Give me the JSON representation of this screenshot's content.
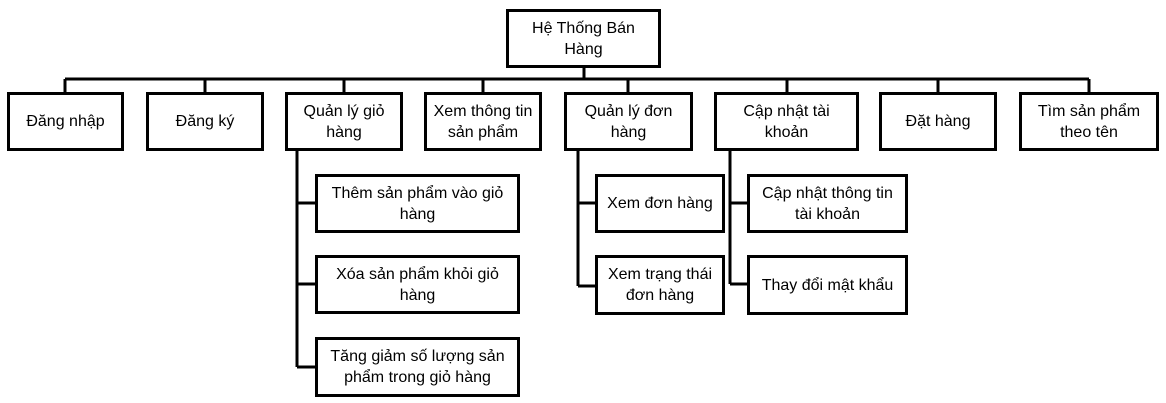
{
  "root": {
    "label": "Hệ Thống Bán Hàng"
  },
  "functions": [
    {
      "label": "Đăng nhập",
      "children": []
    },
    {
      "label": "Đăng ký",
      "children": []
    },
    {
      "label": "Quản lý giỏ hàng",
      "children": [
        {
          "label": "Thêm sản phẩm vào giỏ hàng"
        },
        {
          "label": "Xóa sản phẩm khỏi giỏ hàng"
        },
        {
          "label": "Tăng giảm số lượng sản phẩm trong giỏ hàng"
        }
      ]
    },
    {
      "label": "Xem thông tin sản phẩm",
      "children": []
    },
    {
      "label": "Quản lý đơn hàng",
      "children": [
        {
          "label": "Xem đơn hàng"
        },
        {
          "label": "Xem trạng thái đơn hàng"
        }
      ]
    },
    {
      "label": "Cập nhật tài khoản",
      "children": [
        {
          "label": "Cập nhật thông tin tài khoản"
        },
        {
          "label": "Thay đổi mật khẩu"
        }
      ]
    },
    {
      "label": "Đặt hàng",
      "children": []
    },
    {
      "label": "Tìm sản phẩm theo tên",
      "children": []
    }
  ]
}
